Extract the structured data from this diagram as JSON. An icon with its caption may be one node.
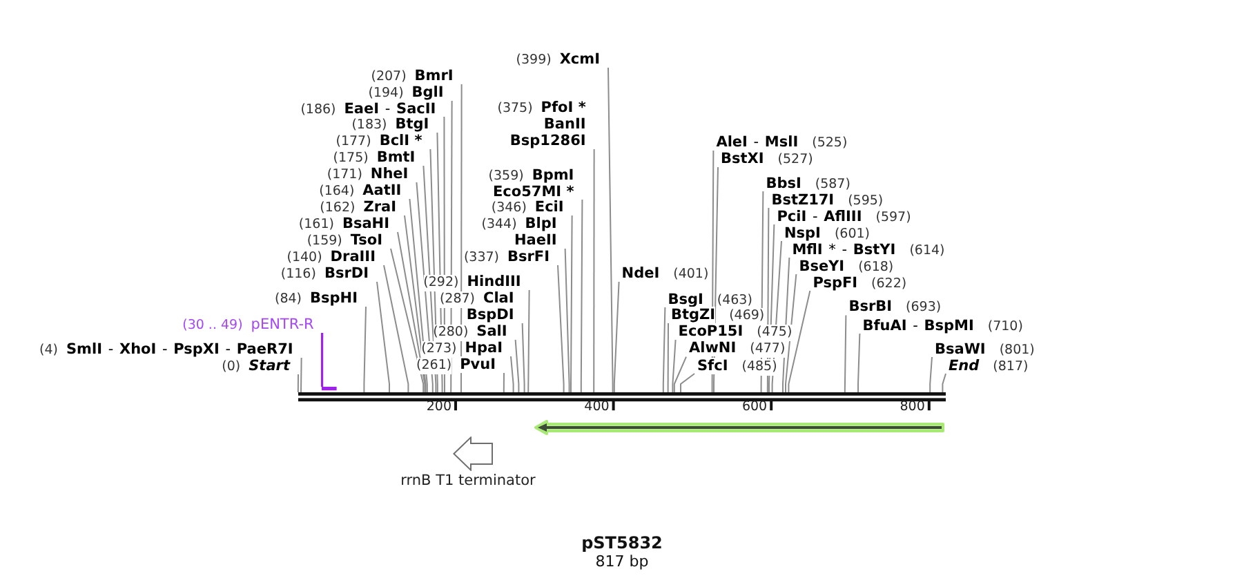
{
  "diagram": {
    "title": "pST5832",
    "caption": "817 bp",
    "nodes": [
      {
        "text": [
          "(207)",
          "BmrI"
        ]
      },
      {
        "text": [
          "(194)",
          "BglI"
        ]
      },
      {
        "text": [
          "(186)",
          "**EaeI** - **SacII**"
        ]
      },
      {
        "text": [
          "(183)",
          "BtgI"
        ]
      },
      {
        "text": [
          "(177)",
          "BclI *"
        ]
      },
      {
        "text": [
          "(175)",
          "BmtI"
        ]
      },
      {
        "text": [
          "(171)",
          "NheI"
        ]
      },
      {
        "text": [
          "(164)",
          "AatII"
        ]
      },
      {
        "text": [
          "(162)",
          "ZraI"
        ]
      },
      {
        "text": [
          "(161)",
          "BsaHI"
        ]
      },
      {
        "text": [
          "(159)",
          "TsoI"
        ]
      },
      {
        "text": [
          "(140)",
          "DraIII"
        ]
      },
      {
        "text": [
          "(116)",
          "BsrDI"
        ]
      },
      {
        "text": [
          "(84)",
          "BspHI"
        ]
      },
      {
        "text": [
          "(30 .. 49)",
          "pENTR-R"
        ]
      },
      {
        "text": [
          "(4)",
          "**SmlI** - **XhoI** - **PspXI** - **PaeR7I**"
        ]
      },
      {
        "text": [
          "(0)",
          "Start"
        ]
      },
      {
        "text": [
          "(399)",
          "XcmI"
        ]
      },
      {
        "text": [
          "(375)",
          "PfoI *",
          "BanII",
          "Bsp1286I"
        ]
      },
      {
        "text": [
          "(359)",
          "BpmI",
          "Eco57MI *"
        ]
      },
      {
        "text": [
          "(346)",
          "EciI"
        ]
      },
      {
        "text": [
          "(344)",
          "BlpI",
          "HaeII"
        ]
      },
      {
        "text": [
          "(337)",
          "BsrFI"
        ]
      },
      {
        "text": [
          "(292)",
          "HindIII"
        ]
      },
      {
        "text": [
          "(287)",
          "ClaI",
          "BspDI"
        ]
      },
      {
        "text": [
          "(280)",
          "SalI"
        ]
      },
      {
        "text": [
          "(273)",
          "HpaI"
        ]
      },
      {
        "text": [
          "(261)",
          "PvuI"
        ]
      },
      {
        "text": [
          "**AleI** - **MslI**",
          "(525)"
        ]
      },
      {
        "text": [
          "BstXI",
          "(527)"
        ]
      },
      {
        "text": [
          "BbsI",
          "(587)"
        ]
      },
      {
        "text": [
          "BstZ17I",
          "(595)"
        ]
      },
      {
        "text": [
          "**PciI** - **AflIII**",
          "(597)"
        ]
      },
      {
        "text": [
          "NspI",
          "(601)"
        ]
      },
      {
        "text": [
          "**MflI** * - **BstYI**",
          "(614)"
        ]
      },
      {
        "text": [
          "BseYI",
          "(618)"
        ]
      },
      {
        "text": [
          "PspFI",
          "(622)"
        ]
      },
      {
        "text": [
          "NdeI",
          "(401)"
        ]
      },
      {
        "text": [
          "BsgI",
          "(463)"
        ]
      },
      {
        "text": [
          "BtgZI",
          "(469)"
        ]
      },
      {
        "text": [
          "EcoP15I",
          "(475)"
        ]
      },
      {
        "text": [
          "AlwNI",
          "(477)"
        ]
      },
      {
        "text": [
          "SfcI",
          "(485)"
        ]
      },
      {
        "text": [
          "BsrBI",
          "(693)"
        ]
      },
      {
        "text": [
          "**BfuAI** - **BspMI**",
          "(710)"
        ]
      },
      {
        "text": [
          "BsaWI",
          "(801)"
        ]
      },
      {
        "text": [
          "End",
          "(817)"
        ]
      },
      {
        "text": [],
        "shape": "bar"
      },
      {
        "text": [],
        "shape": "bar"
      },
      {
        "text": [],
        "shape": "arrow"
      },
      {
        "text": [
          "rrnB T1 terminator"
        ]
      }
    ],
    "edges": [
      {
        "from": 0,
        "to": 48,
        "arrow": "none"
      },
      {
        "from": 1,
        "to": 48,
        "arrow": "none"
      },
      {
        "from": 2,
        "to": 48,
        "arrow": "none"
      },
      {
        "from": 3,
        "to": 48,
        "arrow": "none"
      },
      {
        "from": 4,
        "to": 48,
        "arrow": "none"
      },
      {
        "from": 5,
        "to": 48,
        "arrow": "none"
      },
      {
        "from": 6,
        "to": 48,
        "arrow": "none"
      },
      {
        "from": 7,
        "to": 48,
        "arrow": "none"
      },
      {
        "from": 8,
        "to": 48,
        "arrow": "none"
      },
      {
        "from": 9,
        "to": 48,
        "arrow": "none"
      },
      {
        "from": 10,
        "to": 48,
        "arrow": "none"
      },
      {
        "from": 11,
        "to": 48,
        "arrow": "none"
      },
      {
        "from": 12,
        "to": 48,
        "arrow": "none"
      },
      {
        "from": 13,
        "to": 48,
        "arrow": "none"
      },
      {
        "from": 14,
        "to": 47,
        "arrow": "none",
        "color": "#a020f0"
      },
      {
        "from": 15,
        "to": 48,
        "arrow": "none"
      },
      {
        "from": 16,
        "to": 48,
        "arrow": "none"
      },
      {
        "from": 17,
        "to": 48,
        "arrow": "none"
      },
      {
        "from": 18,
        "to": 48,
        "arrow": "none"
      },
      {
        "from": 19,
        "to": 48,
        "arrow": "none"
      },
      {
        "from": 20,
        "to": 48,
        "arrow": "none"
      },
      {
        "from": 21,
        "to": 48,
        "arrow": "none"
      },
      {
        "from": 22,
        "to": 48,
        "arrow": "none"
      },
      {
        "from": 23,
        "to": 48,
        "arrow": "none"
      },
      {
        "from": 24,
        "to": 48,
        "arrow": "none"
      },
      {
        "from": 25,
        "to": 48,
        "arrow": "none"
      },
      {
        "from": 26,
        "to": 48,
        "arrow": "none"
      },
      {
        "from": 27,
        "to": 48,
        "arrow": "none"
      },
      {
        "from": 28,
        "to": 48,
        "arrow": "none"
      },
      {
        "from": 29,
        "to": 48,
        "arrow": "none"
      },
      {
        "from": 30,
        "to": 48,
        "arrow": "none"
      },
      {
        "from": 31,
        "to": 48,
        "arrow": "none"
      },
      {
        "from": 32,
        "to": 48,
        "arrow": "none"
      },
      {
        "from": 33,
        "to": 48,
        "arrow": "none"
      },
      {
        "from": 34,
        "to": 48,
        "arrow": "none"
      },
      {
        "from": 35,
        "to": 48,
        "arrow": "none"
      },
      {
        "from": 36,
        "to": 48,
        "arrow": "none"
      },
      {
        "from": 37,
        "to": 48,
        "arrow": "none"
      },
      {
        "from": 38,
        "to": 48,
        "arrow": "none"
      },
      {
        "from": 39,
        "to": 48,
        "arrow": "none"
      },
      {
        "from": 40,
        "to": 48,
        "arrow": "none"
      },
      {
        "from": 41,
        "to": 48,
        "arrow": "none"
      },
      {
        "from": 42,
        "to": 48,
        "arrow": "none"
      },
      {
        "from": 43,
        "to": 48,
        "arrow": "none"
      },
      {
        "from": 44,
        "to": 48,
        "arrow": "none"
      },
      {
        "from": 45,
        "to": 48,
        "arrow": "none"
      },
      {
        "from": 46,
        "to": 48,
        "arrow": "none"
      }
    ],
    "labels": [
      "200",
      "400",
      "600",
      "800"
    ]
  }
}
